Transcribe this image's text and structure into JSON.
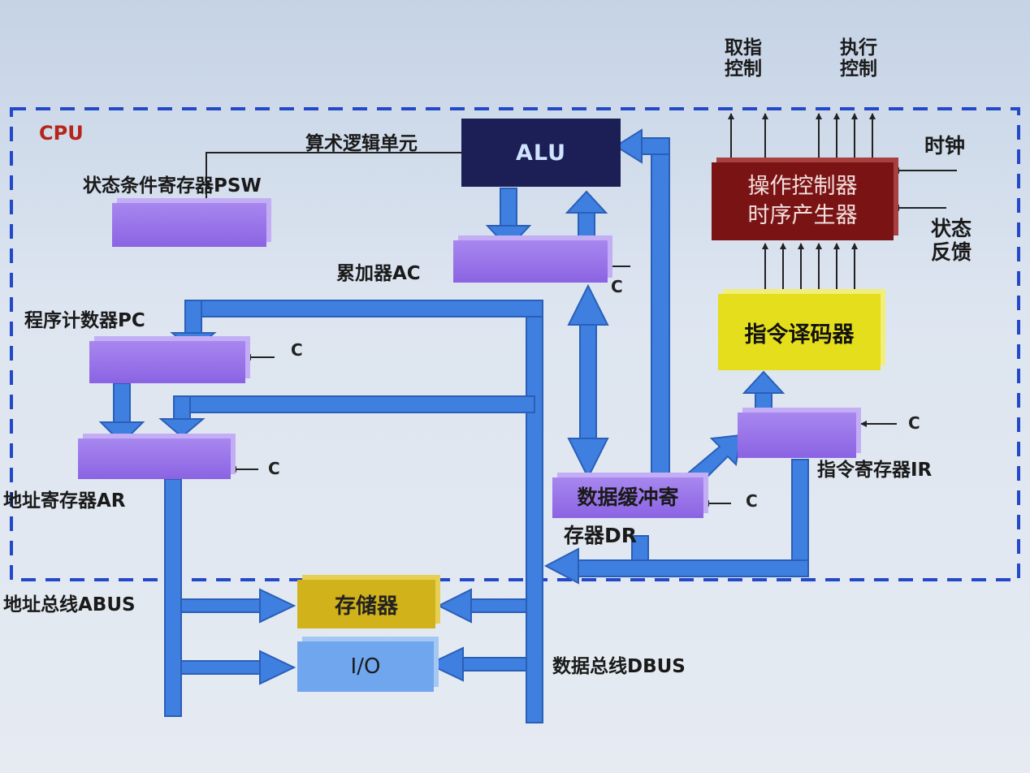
{
  "cpu_label": "CPU",
  "labels": {
    "fetch_control": [
      "取指",
      "控制"
    ],
    "exec_control": [
      "执行",
      "控制"
    ],
    "clock": "时钟",
    "status_feedback": [
      "状态",
      "反馈"
    ],
    "alu_unit": "算术逻辑单元",
    "psw": "状态条件寄存器PSW",
    "ac": "累加器AC",
    "pc": "程序计数器PC",
    "ar": "地址寄存器AR",
    "ir": "指令寄存器IR",
    "dr_line2": "存器DR",
    "abus": "地址总线ABUS",
    "dbus": "数据总线DBUS",
    "c": "C"
  },
  "blocks": {
    "alu": "ALU",
    "controller_line1": "操作控制器",
    "controller_line2": "时序产生器",
    "decoder": "指令译码器",
    "dr_line1": "数据缓冲寄",
    "memory": "存储器",
    "io": "I/O"
  },
  "colors": {
    "bus": "#3f7fe0",
    "bus_edge": "#2a5fb8",
    "cpu_border": "#2348c8",
    "register": "#9b76ea",
    "alu": "#1c1e56",
    "controller": "#7a1414",
    "decoder": "#e4de1c",
    "memory": "#d1b21a",
    "io": "#6fa6ee"
  }
}
